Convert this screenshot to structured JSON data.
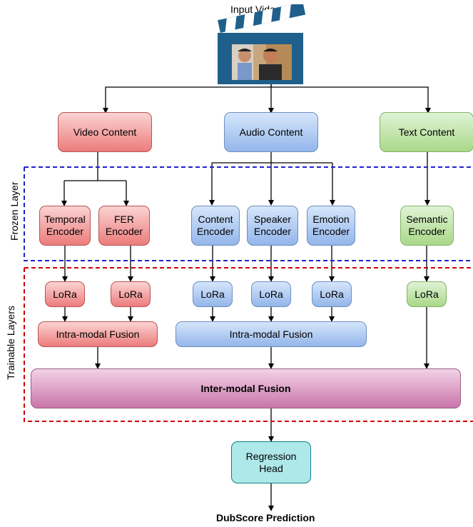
{
  "input_video_label": "Input Video",
  "branches": {
    "video": "Video Content",
    "audio": "Audio Content",
    "text": "Text Content"
  },
  "frozen_layer_label": "Frozen Layer",
  "trainable_layers_label": "Trainable Layers",
  "encoders": {
    "temporal": "Temporal Encoder",
    "fer": "FER Encoder",
    "content": "Content Encoder",
    "speaker": "Speaker Encoder",
    "emotion": "Emotion Encoder",
    "semantic": "Semantic Encoder"
  },
  "lora_label": "LoRa",
  "intra_fusion_video": "Intra-modal Fusion",
  "intra_fusion_audio": "Intra-modal Fusion",
  "inter_fusion": "Inter-modal Fusion",
  "regression_head": "Regression Head",
  "output_label": "DubScore Prediction",
  "colors": {
    "video": "#ec7c7c",
    "audio": "#93b6ea",
    "text": "#a9d888",
    "fusion": "#c875aa",
    "head": "#aee8e8",
    "frozen_border": "#2222cc",
    "trainable_border": "#cc0000"
  },
  "icons": [
    "clapperboard-icon"
  ]
}
